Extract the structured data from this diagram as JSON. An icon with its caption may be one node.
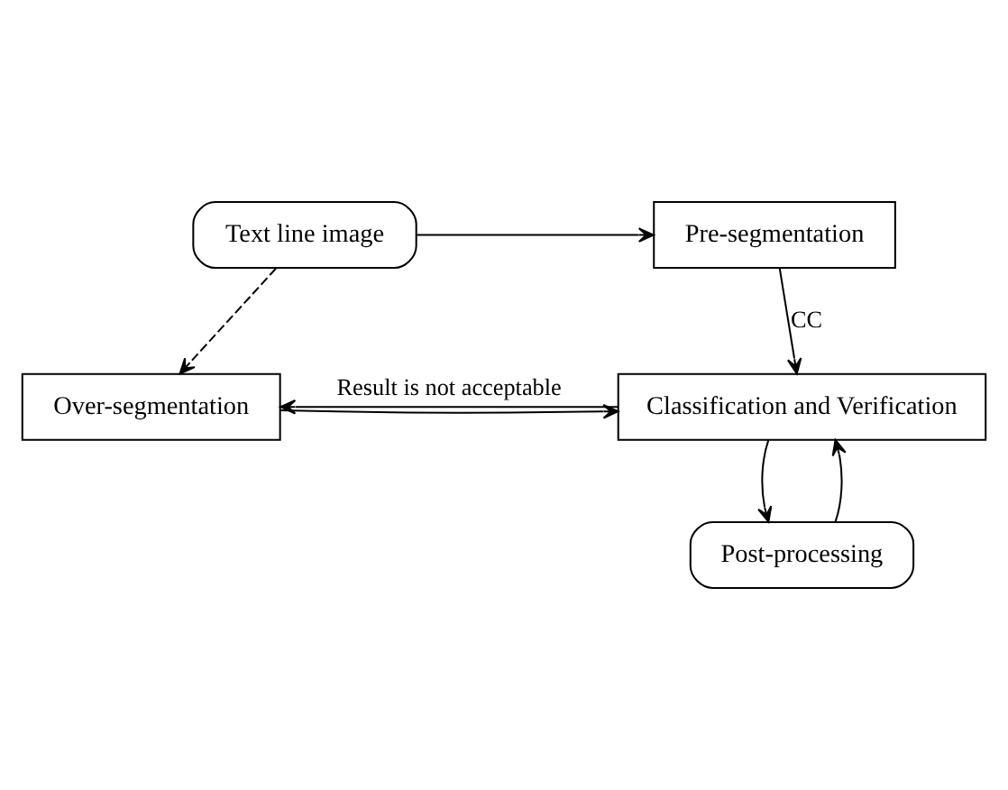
{
  "diagram": {
    "nodes": [
      {
        "text": [
          "Text line image"
        ]
      },
      {
        "text": [
          "Pre-segmentation"
        ]
      },
      {
        "text": [
          "Over-segmentation"
        ]
      },
      {
        "text": [
          "Classification and Verification"
        ]
      },
      {
        "text": [
          "Post-processing"
        ]
      }
    ],
    "edges": [
      {
        "from": 0,
        "to": 1,
        "arrow": "to"
      },
      {
        "from": 0,
        "to": 2,
        "arrow": "to",
        "style": "dashed"
      },
      {
        "from": 1,
        "to": 3,
        "arrow": "to",
        "label": "CC"
      },
      {
        "from": 2,
        "to": 3,
        "arrow": "to"
      },
      {
        "from": 3,
        "to": 2,
        "arrow": "to",
        "label": "Result is not acceptable"
      },
      {
        "from": 3,
        "to": 4,
        "arrow": "to"
      },
      {
        "from": 4,
        "to": 3,
        "arrow": "to"
      }
    ]
  }
}
